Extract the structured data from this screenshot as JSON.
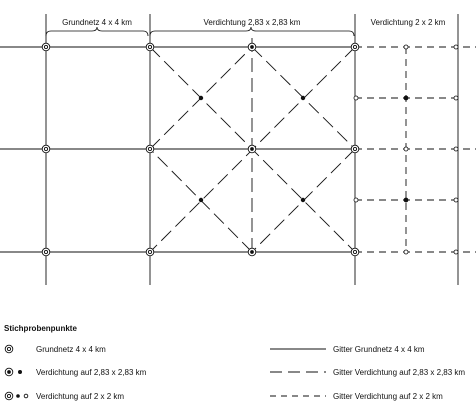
{
  "header": {
    "grundnetz": "Grundnetz 4 x 4 km",
    "verdichtung_283": "Verdichtung 2,83 x 2,83 km",
    "verdichtung_2": "Verdichtung 2 x 2 km"
  },
  "legend": {
    "title": "Stichprobenpunkte",
    "points": [
      "Grundnetz 4 x 4 km",
      "Verdichtung auf 2,83 x 2,83 km",
      "Verdichtung auf 2 x 2 km"
    ],
    "lines": [
      "Gitter Grundnetz 4 x 4 km",
      "Gitter Verdichtung auf 2,83 x 2,83 km",
      "Gitter Verdichtung auf 2 x 2 km"
    ]
  }
}
